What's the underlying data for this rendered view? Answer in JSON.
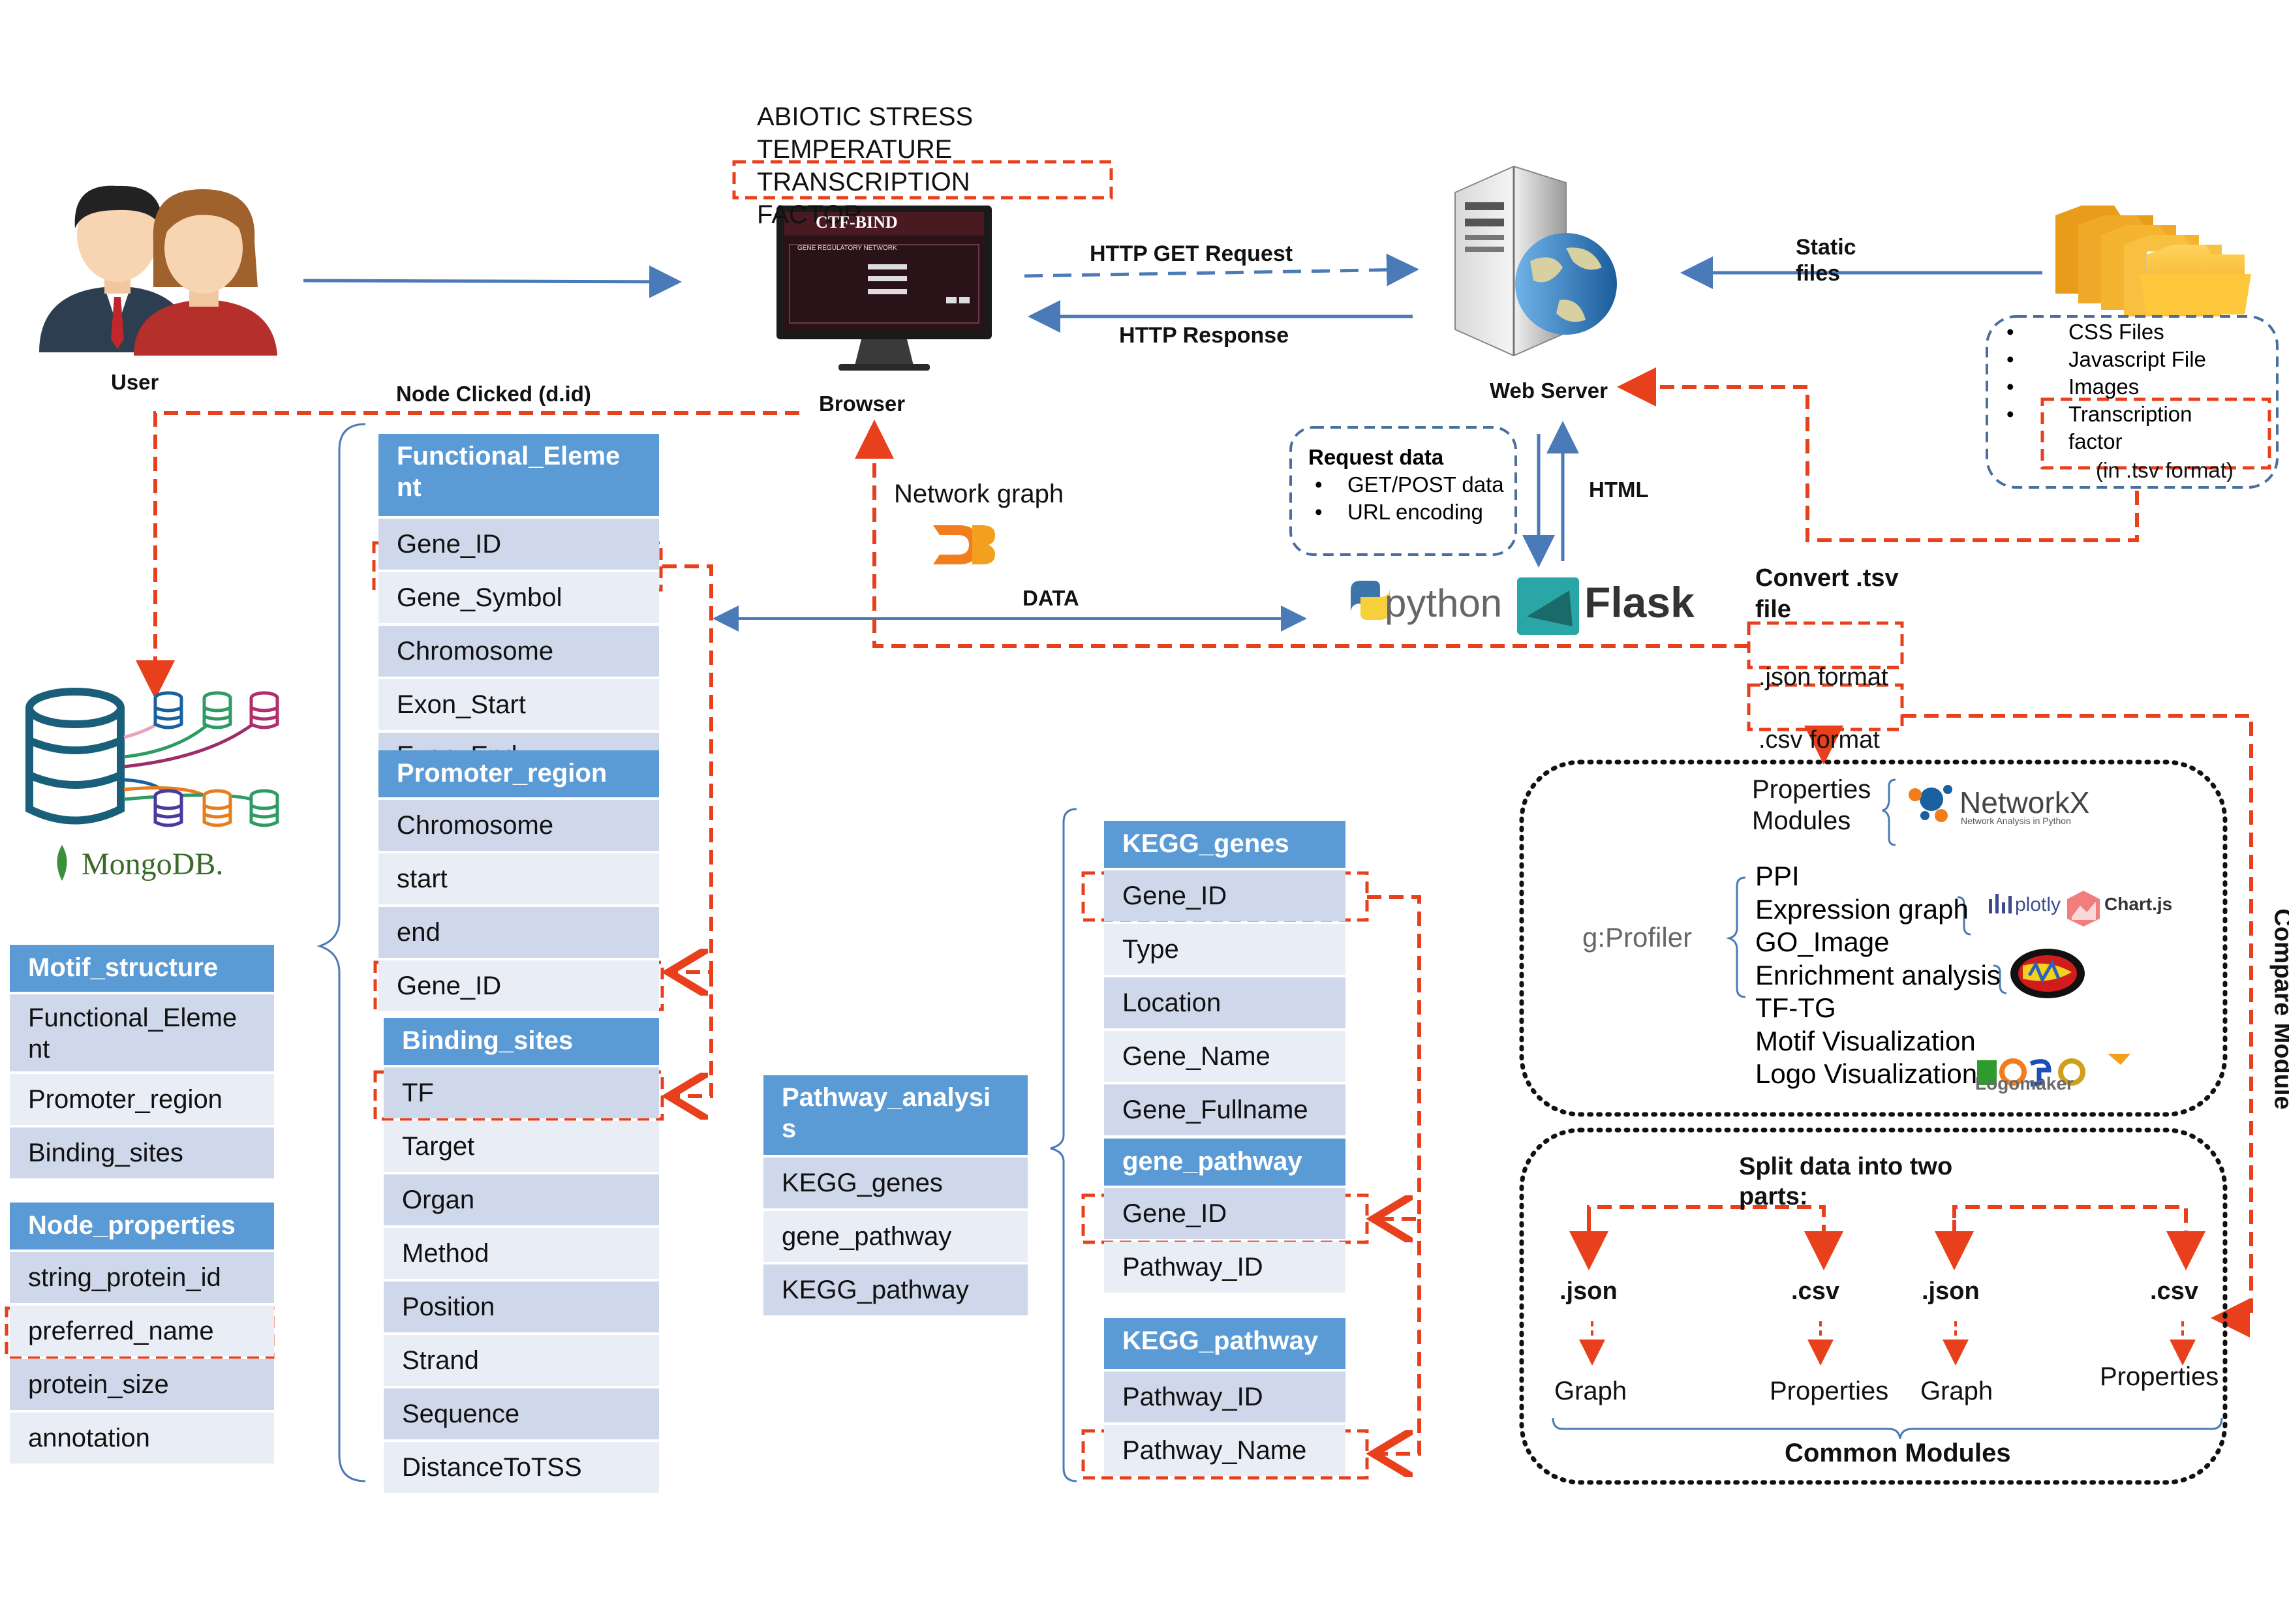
{
  "colors": {
    "header_blue": "#5b9bd5",
    "row_a": "#cfd8ea",
    "row_b": "#e9edf5",
    "arrow_blue": "#4a7ab8",
    "arrow_red": "#e8401c",
    "dotted_black": "#111111"
  },
  "top": {
    "user_label": "User",
    "browser_label": "Browser",
    "web_server_label": "Web Server",
    "http_get": "HTTP GET Request",
    "http_response": "HTTP Response",
    "static_files": [
      "Static",
      "files"
    ],
    "node_clicked": "Node Clicked (d.id)",
    "network_graph": "Network graph",
    "d3_logo": "D3",
    "data_label": "DATA",
    "html_label": "HTML",
    "python_logo": "python",
    "flask_logo": "Flask",
    "overlay_lines": [
      "ABIOTIC STRESS",
      "TEMPERATURE",
      "TRANSCRIPTION",
      "FACTOR"
    ],
    "browser_screen": {
      "title": "CTF-BIND",
      "subtitle": "GENE REGULATORY NETWORK"
    }
  },
  "files_box": {
    "items": [
      "CSS Files",
      "Javascript File",
      "Images",
      "Transcription factor"
    ],
    "note": "(in .tsv format)"
  },
  "request_box": {
    "title": "Request data",
    "items": [
      "GET/POST data",
      "URL encoding"
    ]
  },
  "convert": {
    "title": "Convert .tsv file",
    "json": ".json format",
    "csv": ".csv format"
  },
  "mongodb_logo": "MongoDB.",
  "tables": {
    "motif_structure": {
      "title": "Motif_structure",
      "rows": [
        "Functional_Eleme nt",
        "Promoter_region",
        "Binding_sites"
      ]
    },
    "node_properties": {
      "title": "Node_properties",
      "rows": [
        "string_protein_id",
        "preferred_name",
        "protein_size",
        "annotation"
      ]
    },
    "functional_element": {
      "title": "Functional_Eleme nt",
      "rows": [
        "Gene_ID",
        "Gene_Symbol",
        "Chromosome",
        "Exon_Start",
        "Exon_End"
      ]
    },
    "promoter_region": {
      "title": "Promoter_region",
      "rows": [
        "Chromosome",
        "start",
        "end",
        "Gene_ID"
      ]
    },
    "binding_sites": {
      "title": "Binding_sites",
      "rows": [
        "TF",
        "Target",
        "Organ",
        "Method",
        "Position",
        "Strand",
        "Sequence",
        "DistanceToTSS"
      ]
    },
    "pathway_analysis": {
      "title": "Pathway_analysi s",
      "rows": [
        "KEGG_genes",
        "gene_pathway",
        "KEGG_pathway"
      ]
    },
    "kegg_genes": {
      "title": "KEGG_genes",
      "rows": [
        "Gene_ID",
        "Type",
        "Location",
        "Gene_Name",
        "Gene_Fullname"
      ]
    },
    "gene_pathway": {
      "title": "gene_pathway",
      "rows": [
        "Gene_ID",
        "Pathway_ID"
      ]
    },
    "kegg_pathway": {
      "title": "KEGG_pathway",
      "rows": [
        "Pathway_ID",
        "Pathway_Name"
      ]
    }
  },
  "compare": {
    "vertical_label": "Compare Module",
    "properties_modules": [
      "Properties",
      "Modules"
    ],
    "networkx": "NetworkX",
    "networkx_sub": "Network Analysis in Python",
    "gprofiler": "g:Profiler",
    "plotly": "plotly",
    "chartjs": "Chart.js",
    "logomaker": "Logomaker",
    "features": [
      "PPI",
      "Expression graph",
      "GO_Image",
      "Enrichment analysis",
      "TF-TG",
      "Motif Visualization",
      "Logo Visualization"
    ]
  },
  "common": {
    "split_title": [
      "Split data into two",
      "parts:"
    ],
    "json": ".json",
    "csv": ".csv",
    "graph": "Graph",
    "properties": "Properties",
    "common_modules": "Common Modules"
  }
}
